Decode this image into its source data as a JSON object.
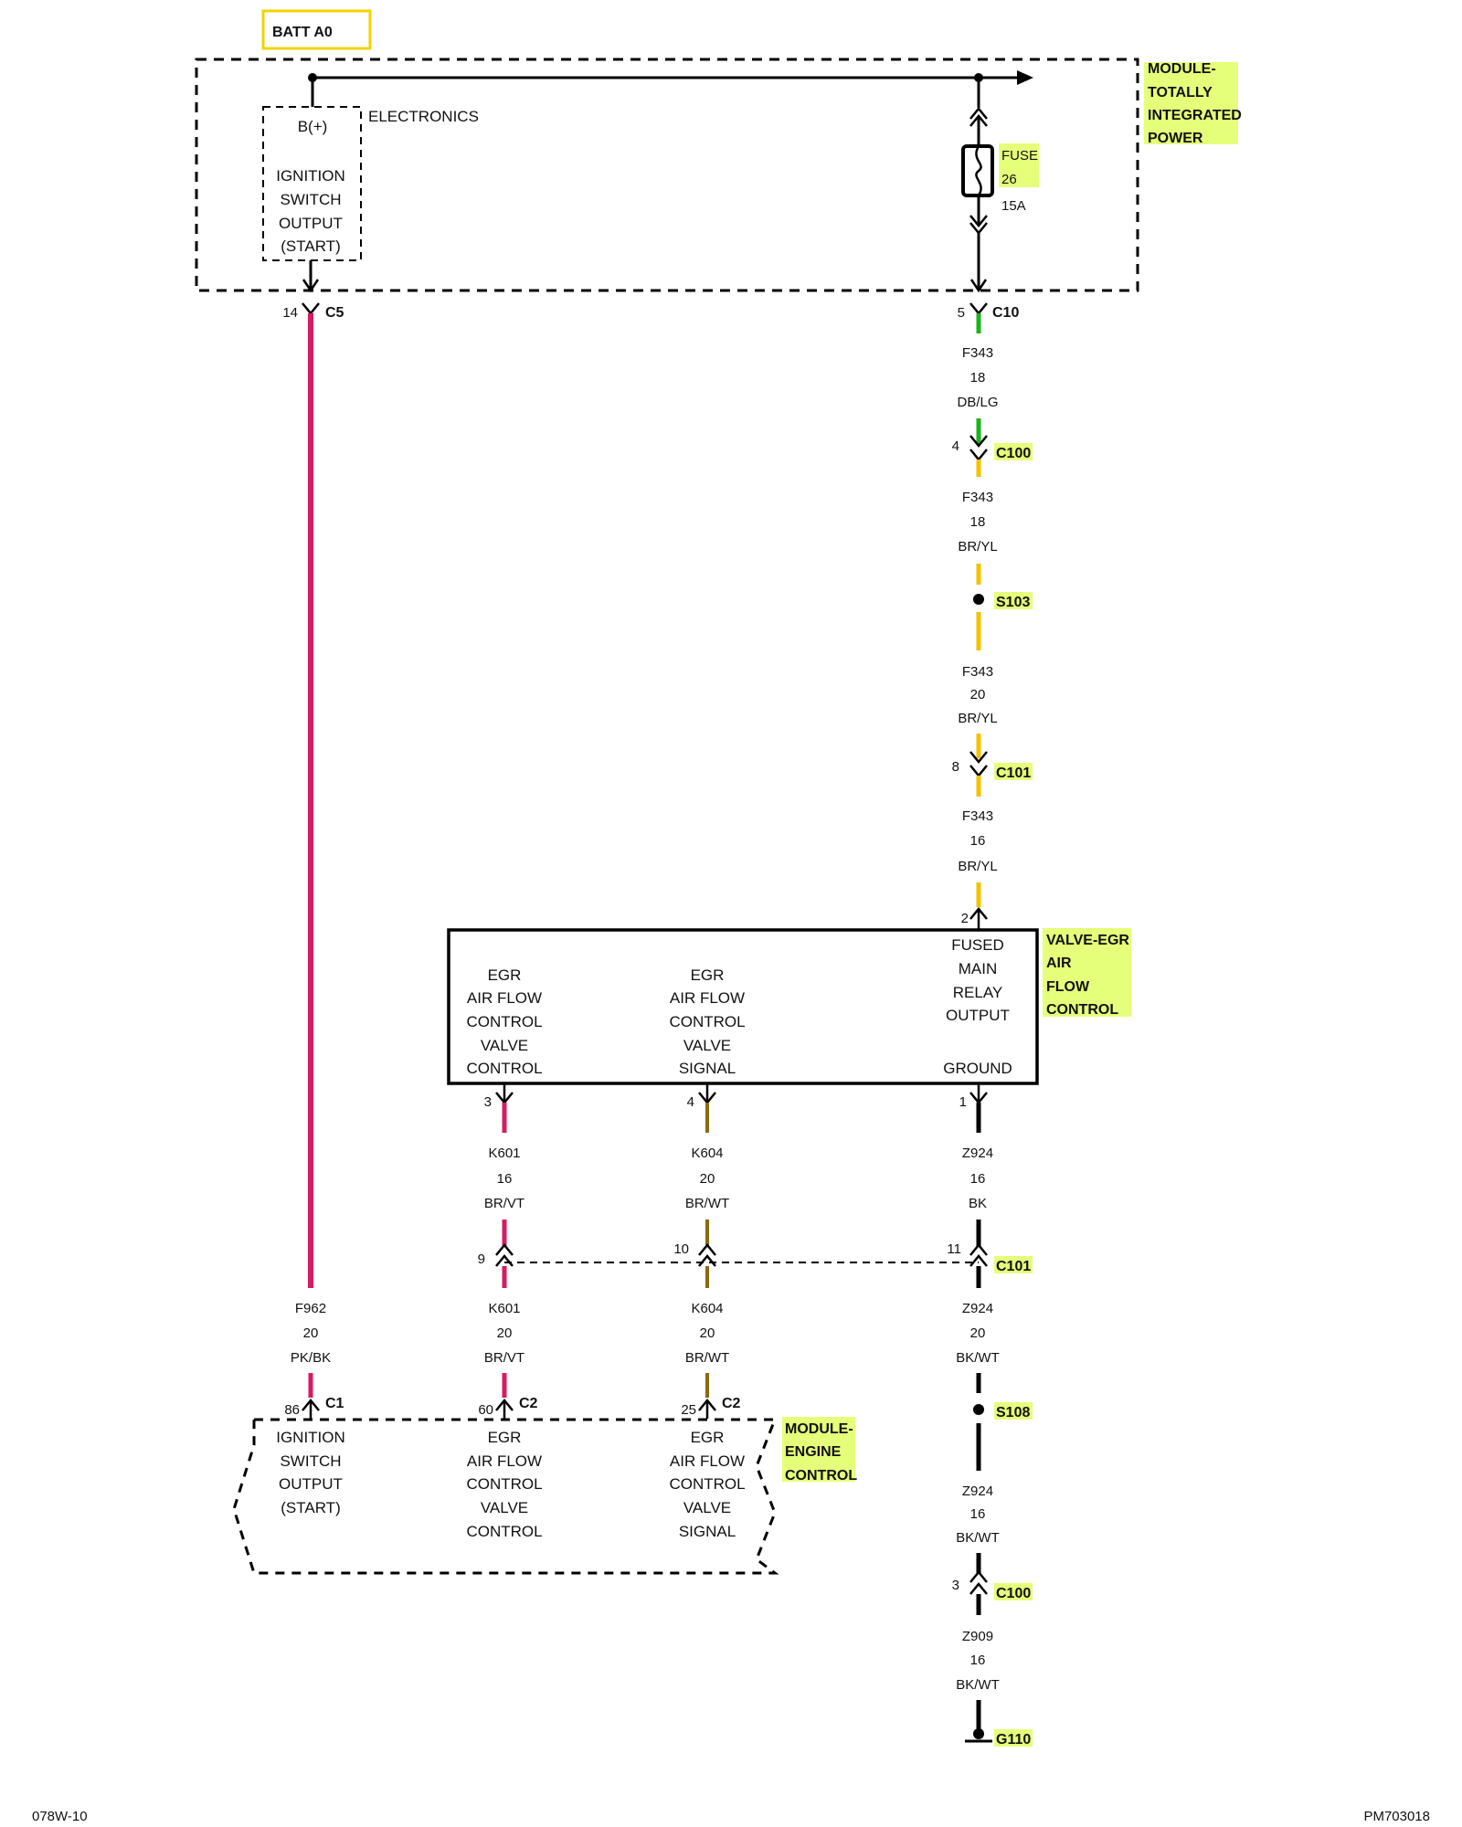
{
  "batt_label": "BATT A0",
  "modules": {
    "tipm": {
      "name_lines": [
        "MODULE-",
        "TOTALLY",
        "INTEGRATED",
        "POWER"
      ],
      "section": "ELECTRONICS"
    },
    "ignition_source": {
      "lines": [
        "B(+)",
        "IGNITION",
        "SWITCH",
        "OUTPUT",
        "(START)"
      ]
    },
    "fuse": {
      "line1": "FUSE",
      "line2": "26",
      "rating": "15A"
    },
    "egr_valve": {
      "name_lines": [
        "VALVE-EGR",
        "AIR",
        "FLOW",
        "CONTROL"
      ],
      "col1": [
        "EGR",
        "AIR FLOW",
        "CONTROL",
        "VALVE",
        "CONTROL"
      ],
      "col2": [
        "EGR",
        "AIR FLOW",
        "CONTROL",
        "VALVE",
        "SIGNAL"
      ],
      "col3": [
        "FUSED",
        "MAIN",
        "RELAY",
        "OUTPUT"
      ],
      "col3_bottom": "GROUND"
    },
    "ecm": {
      "name_lines": [
        "MODULE-",
        "ENGINE",
        "CONTROL"
      ],
      "col1": [
        "IGNITION",
        "SWITCH",
        "OUTPUT",
        "(START)"
      ],
      "col2": [
        "EGR",
        "AIR FLOW",
        "CONTROL",
        "VALVE",
        "CONTROL"
      ],
      "col3": [
        "EGR",
        "AIR FLOW",
        "CONTROL",
        "VALVE",
        "SIGNAL"
      ]
    }
  },
  "connectors": {
    "c5": {
      "pin": "14",
      "name": "C5"
    },
    "c10": {
      "pin": "5",
      "name": "C10"
    },
    "c100_top": {
      "pin": "4",
      "name": "C100"
    },
    "s103": {
      "name": "S103"
    },
    "c101_top": {
      "pin": "8",
      "name": "C101"
    },
    "valve_pin2": {
      "pin": "2"
    },
    "valve_pin3": {
      "pin": "3"
    },
    "valve_pin4": {
      "pin": "4"
    },
    "valve_pin1": {
      "pin": "1"
    },
    "c101_mid": {
      "pins": [
        "9",
        "10",
        "11"
      ],
      "name": "C101"
    },
    "ecm_c1": {
      "pin": "86",
      "name": "C1"
    },
    "ecm_c2a": {
      "pin": "60",
      "name": "C2"
    },
    "ecm_c2b": {
      "pin": "25",
      "name": "C2"
    },
    "s108": {
      "name": "S108"
    },
    "c100_bottom": {
      "pin": "3",
      "name": "C100"
    },
    "g110": {
      "name": "G110"
    }
  },
  "wires": {
    "f343_a": [
      "F343",
      "18",
      "DB/LG"
    ],
    "f343_b": [
      "F343",
      "18",
      "BR/YL"
    ],
    "f343_c": [
      "F343",
      "20",
      "BR/YL"
    ],
    "f343_d": [
      "F343",
      "16",
      "BR/YL"
    ],
    "k601_a": [
      "K601",
      "16",
      "BR/VT"
    ],
    "k604_a": [
      "K604",
      "20",
      "BR/WT"
    ],
    "z924_a": [
      "Z924",
      "16",
      "BK"
    ],
    "f962": [
      "F962",
      "20",
      "PK/BK"
    ],
    "k601_b": [
      "K601",
      "20",
      "BR/VT"
    ],
    "k604_b": [
      "K604",
      "20",
      "BR/WT"
    ],
    "z924_b": [
      "Z924",
      "20",
      "BK/WT"
    ],
    "z924_c": [
      "Z924",
      "16",
      "BK/WT"
    ],
    "z909": [
      "Z909",
      "16",
      "BK/WT"
    ]
  },
  "footer": {
    "left": "078W-10",
    "right": "PM703018"
  },
  "colors": {
    "highlight": "#e6ff7a",
    "batt_box_border": "#f2d400",
    "wire_pink": "#d81b60",
    "wire_green": "#1bb51b",
    "wire_yellow": "#f2c200",
    "wire_brown": "#8b6914",
    "wire_black": "#000000"
  }
}
